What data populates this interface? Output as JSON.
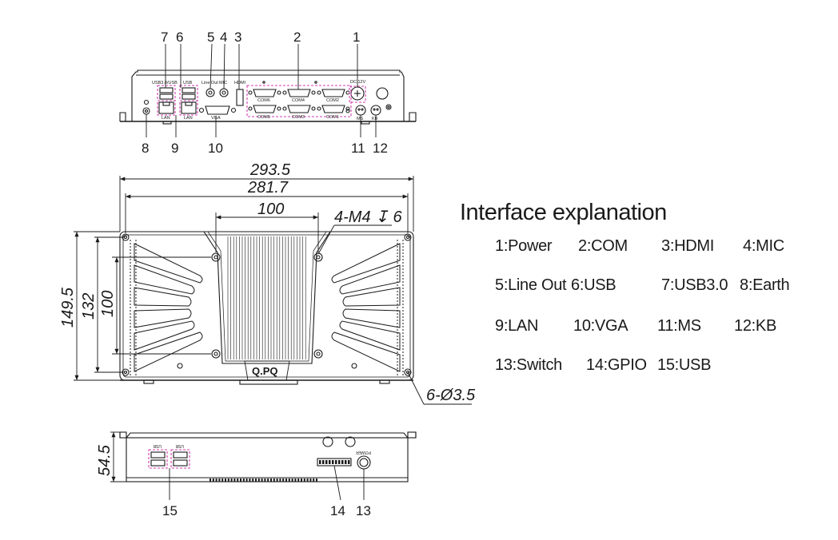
{
  "front_view": {
    "callouts_top": [
      "7",
      "6",
      "5",
      "4",
      "3",
      "2",
      "1"
    ],
    "callouts_bottom": [
      "8",
      "9",
      "10",
      "11",
      "12"
    ],
    "port_labels": {
      "usb30_usb": "USB3.0/USB",
      "usb": "USB",
      "line_out": "Line Out",
      "mic": "MIC",
      "hdmi": "HDMI",
      "dc12v": "DC 12V",
      "com_top": [
        "COM6",
        "COM4",
        "COM2"
      ],
      "com_bottom": [
        "COM5",
        "COM3",
        "COM1"
      ],
      "lan": "LAN",
      "vga": "VGA",
      "ms": "MS",
      "kb": "KB"
    }
  },
  "top_view": {
    "dim_overall": "293.5",
    "dim_holes": "281.7",
    "dim_center": "100",
    "dim_thread": "4-M4 ↧ 6",
    "dim_height_overall": "149.5",
    "dim_height_holes": "132",
    "dim_height_inner": "100",
    "dim_mount_holes": "6-Ø3.5",
    "logo": "Q.PQ"
  },
  "rear_view": {
    "dim_height": "54.5",
    "usb_label": "USB",
    "power_label": "POWER",
    "callouts": [
      "15",
      "14",
      "13"
    ]
  },
  "legend": {
    "title": "Interface explanation",
    "rows": [
      [
        "1:Power",
        "2:COM",
        "3:HDMI",
        "4:MIC"
      ],
      [
        "5:Line Out",
        "6:USB",
        "7:USB3.0",
        "8:Earth"
      ],
      [
        "9:LAN",
        "10:VGA",
        "11:MS",
        "12:KB"
      ],
      [
        "13:Switch",
        "14:GPIO",
        "15:USB"
      ]
    ]
  },
  "colors": {
    "line": "#1a1a1a",
    "highlight": "#d13fb0"
  }
}
